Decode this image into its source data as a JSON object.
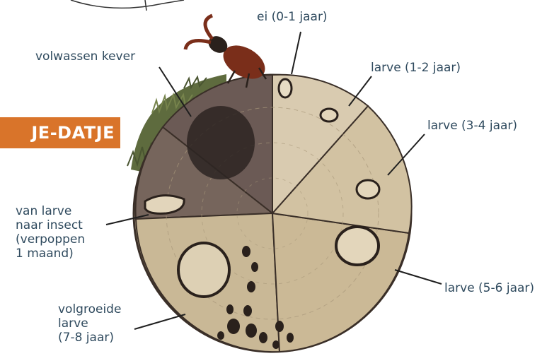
{
  "badge": {
    "text": "JE-DATJE",
    "color": "#d9742a"
  },
  "labels": {
    "egg": "ei (0-1 jaar)",
    "adult": "volwassen kever",
    "larva_1_2": "larve (1-2 jaar)",
    "larva_3_4": "larve (3-4 jaar)",
    "pupa": "van larve\nnaar insect\n(verpoppen\n1 maand)",
    "larva_5_6": "larve (5-6 jaar)",
    "grown_larva": "volgroeide\nlarve\n(7-8 jaar)"
  },
  "colors": {
    "label_text": "#2f4a5e",
    "wood_light": "#d9cbb0",
    "wood_mid": "#c2b08f",
    "wood_dark": "#6b5a55",
    "moss": "#5e6b3e",
    "beetle": "#7a2e1a"
  }
}
